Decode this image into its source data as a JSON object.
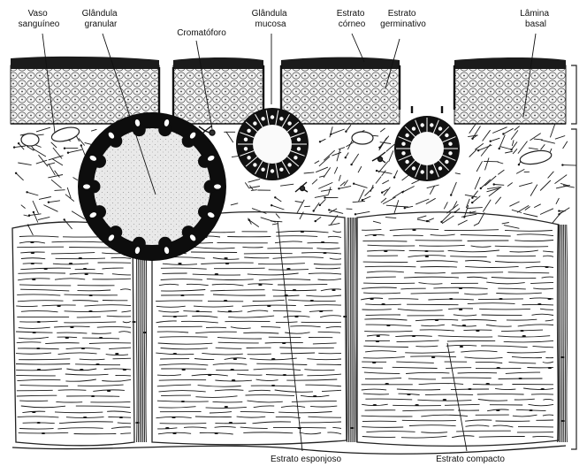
{
  "labels": {
    "vaso": [
      "Vaso",
      "sanguíneo"
    ],
    "granular": [
      "Glândula",
      "granular"
    ],
    "cromatoforo": [
      "Cromatóforo"
    ],
    "mucosa": [
      "Glândula",
      "mucosa"
    ],
    "corneo": [
      "Estrato",
      "córneo"
    ],
    "germinativo": [
      "Estrato",
      "germinativo"
    ],
    "lamina": [
      "Lâmina",
      "basal"
    ],
    "esponjoso": [
      "Estrato esponjoso"
    ],
    "compacto": [
      "Estrato compacto"
    ]
  },
  "colors": {
    "ink": "#111111",
    "paper": "#ffffff",
    "granular_fill": "#e7e7e7",
    "epidermis_fill": "#f2f2f2"
  }
}
